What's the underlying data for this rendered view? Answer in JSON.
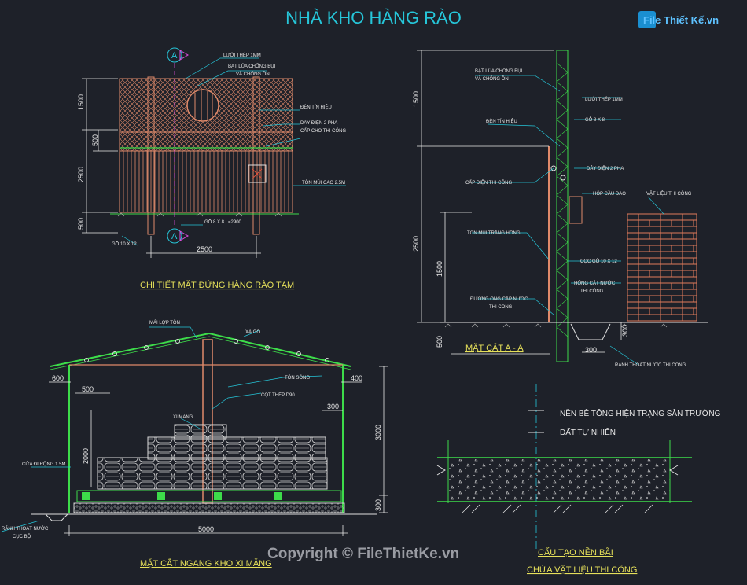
{
  "title": "NHÀ KHO HÀNG RÀO",
  "logo": "File Thiết Kế.vn",
  "copyright": "Copyright © FileThietKe.vn",
  "colors": {
    "bg": "#1e2129",
    "cyan": "#26c6d9",
    "green": "#3ddc4a",
    "magenta": "#e04ce0",
    "white": "#e8e8e8",
    "fence": "#e08a6a",
    "yellow": "#e6e05a",
    "red": "#e0503a",
    "brick": "#e07a5a"
  },
  "fence_elevation": {
    "caption": "CHI TIẾT MẶT ĐỨNG HÀNG RÀO TẠM",
    "section_mark": "A",
    "dims": {
      "d1": "1500",
      "d2": "500",
      "d3": "2500",
      "d4": "500",
      "width": "2500"
    },
    "labels": [
      "LƯỚI THÉP 1MM",
      "BẠT LỦA CHỐNG BỤI",
      "VÀ CHỐNG ỒN",
      "ĐÈN TÍN HIỆU",
      "DÂY ĐIỆN 2 PHA",
      "CẤP CHO THI CÔNG",
      "TÔN MÚI CAO 2.5M",
      "GỖ 10 X 12",
      "GỖ 8 X 8 L=2900"
    ]
  },
  "section_aa": {
    "caption": "MẶT CẮT A - A",
    "dims": {
      "d1": "1500",
      "d2": "2500",
      "d3": "1500",
      "d4": "500",
      "d5": "300",
      "d6": "300"
    },
    "labels": [
      "BẠT LỦA CHỐNG BỤI",
      "VÀ CHỐNG ỒN",
      "LƯỚI THÉP 1MM",
      "ĐÈN TÍN HIỆU",
      "GỖ 8 X 8",
      "DÂY ĐIỆN 2 PHA",
      "CẤP ĐIỆN THI CÔNG",
      "HỘP CẦU DAO",
      "VẬT LIỆU THI CÔNG",
      "TÔN MÚI TRẮNG HỒNG",
      "CỌC GỖ 10 X 12",
      "HỐNG CẮT NƯỚC",
      "THI CÔNG",
      "ĐƯỜNG ỐNG CẤP NƯỚC",
      "RÃNH THOÁT NƯỚC THI CÔNG"
    ]
  },
  "warehouse": {
    "caption": "MẶT CẮT NGANG KHO XI MĂNG",
    "dims": {
      "d600": "600",
      "d500": "500",
      "d400": "400",
      "d300": "300",
      "h2000": "2000",
      "h3000": "3000",
      "h300": "300",
      "w5000": "5000"
    },
    "labels": [
      "MÁI LỢP TÔN",
      "XÀ GỒ",
      "TÔN SÓNG",
      "CỘT THÉP D90",
      "XI MĂNG",
      "CỬA ĐI RỘNG 1.5M",
      "RÃNH THOÁT NƯỚC",
      "CỤC BỘ"
    ]
  },
  "ground": {
    "caption1": "CẤU TẠO NỀN BÃI",
    "caption2": "CHỨA VẬT LIỆU THI CÔNG",
    "label1": "NỀN BÊ TÔNG HIỆN TRẠNG SÂN TRƯỜNG",
    "label2": "ĐẤT TỰ NHIÊN"
  }
}
